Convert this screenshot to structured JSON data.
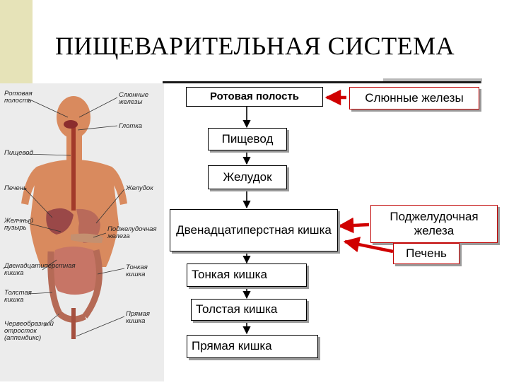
{
  "slide": {
    "title": "ПИЩЕВАРИТЕЛЬНАЯ СИСТЕМА"
  },
  "flow": {
    "mouth": "Ротовая полость",
    "esophagus": "Пищевод",
    "stomach": "Желудок",
    "duodenum": "Двенадцатиперстная кишка",
    "small_intestine": "Тонкая  кишка",
    "large_intestine": "Толстая  кишка",
    "rectum": "Прямая кишка"
  },
  "glands": {
    "salivary": "Слюнные железы",
    "pancreas": "Поджелудочная железа",
    "liver": "Печень"
  },
  "figure_labels": {
    "mouth": "Ротовая полость",
    "salivary": "Слюнные железы",
    "pharynx": "Глотка",
    "esophagus": "Пищевод",
    "liver": "Печень",
    "stomach": "Желудок",
    "gallbladder": "Желчный пузырь",
    "pancreas": "Поджелудочная железа",
    "duodenum": "Двенадцатиперстная кишка",
    "small_intestine": "Тонкая кишка",
    "large_intestine": "Толстая кишка",
    "appendix": "Червеобразный отросток (аппендикс)",
    "rectum": "Прямая кишка"
  },
  "colors": {
    "arrow_red": "#d00000",
    "box_border_red": "#c00000",
    "skin": "#d98a5e",
    "organ": "#b45a4a"
  }
}
